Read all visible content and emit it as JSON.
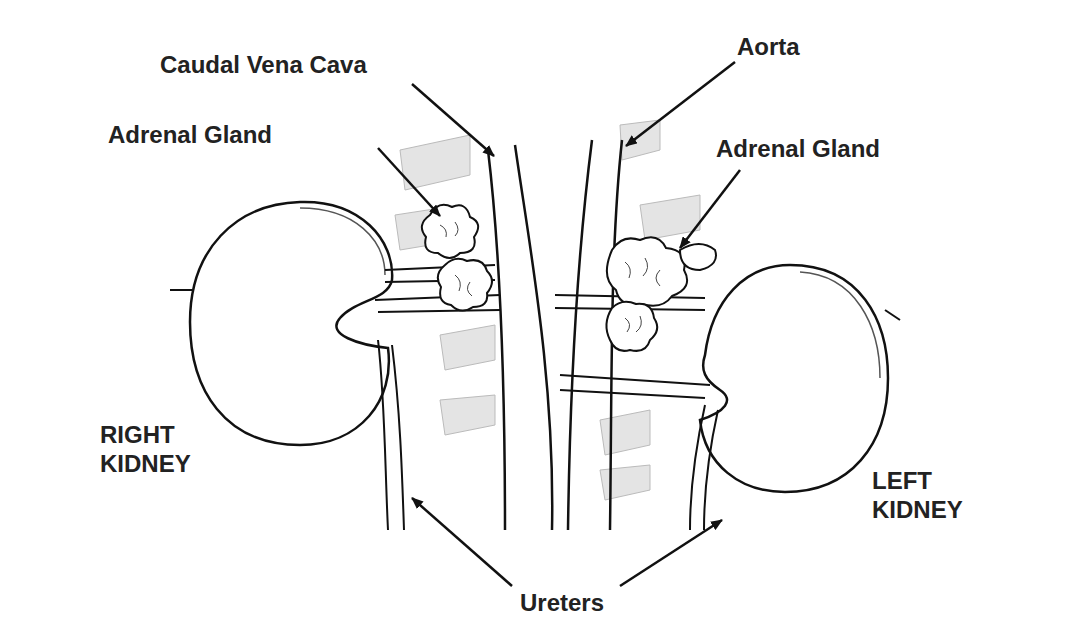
{
  "diagram": {
    "labels": [
      "Caudal Vena Cava",
      "Aorta",
      "Adrenal Gland",
      "Adrenal Gland",
      "RIGHT KIDNEY",
      "LEFT KIDNEY",
      "Ureters"
    ]
  }
}
